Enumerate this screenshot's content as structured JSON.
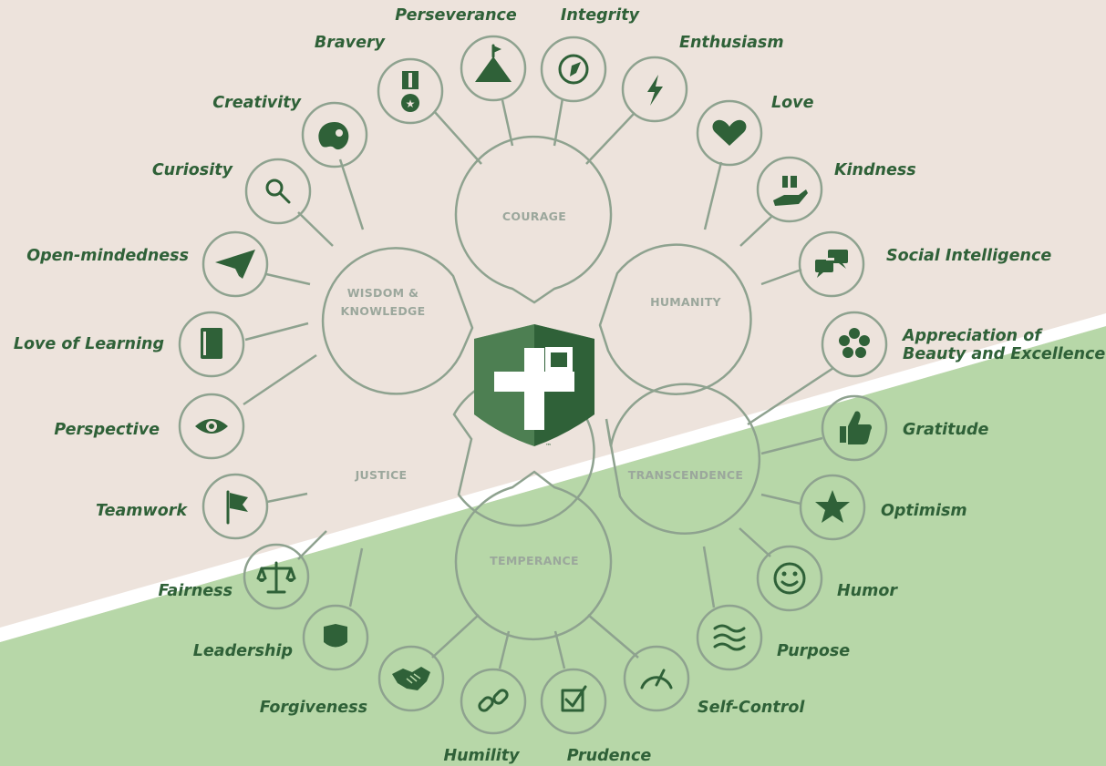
{
  "colors": {
    "background_top": "#ede3dc",
    "background_bottom": "#b7d7a8",
    "divider": "#ffffff",
    "accent_green": "#2f6138",
    "line_gray": "#8ea28f",
    "virtue_text": "#9ba79c"
  },
  "virtues": {
    "wisdom": {
      "label_line1": "WISDOM &",
      "label_line2": "KNOWLEDGE"
    },
    "courage": {
      "label": "COURAGE"
    },
    "humanity": {
      "label": "HUMANITY"
    },
    "justice": {
      "label": "JUSTICE"
    },
    "temperance": {
      "label": "TEMPERANCE"
    },
    "transcendence": {
      "label": "TRANSCENDENCE"
    }
  },
  "strengths": {
    "creativity": {
      "label": "Creativity",
      "icon": "palette-icon"
    },
    "curiosity": {
      "label": "Curiosity",
      "icon": "magnifier-icon"
    },
    "open_mindedness": {
      "label": "Open-mindedness",
      "icon": "paper-plane-icon"
    },
    "love_of_learning": {
      "label": "Love of Learning",
      "icon": "book-icon"
    },
    "perspective": {
      "label": "Perspective",
      "icon": "eye-icon"
    },
    "bravery": {
      "label": "Bravery",
      "icon": "medal-icon"
    },
    "perseverance": {
      "label": "Perseverance",
      "icon": "mountain-icon"
    },
    "integrity": {
      "label": "Integrity",
      "icon": "compass-icon"
    },
    "enthusiasm": {
      "label": "Enthusiasm",
      "icon": "lightning-icon"
    },
    "love": {
      "label": "Love",
      "icon": "heart-icon"
    },
    "kindness": {
      "label": "Kindness",
      "icon": "gift-hand-icon"
    },
    "social_intelligence": {
      "label": "Social Intelligence",
      "icon": "speech-bubbles-icon"
    },
    "teamwork": {
      "label": "Teamwork",
      "icon": "flag-icon"
    },
    "fairness": {
      "label": "Fairness",
      "icon": "scales-icon"
    },
    "leadership": {
      "label": "Leadership",
      "icon": "shield-icon"
    },
    "forgiveness": {
      "label": "Forgiveness",
      "icon": "handshake-icon"
    },
    "humility": {
      "label": "Humility",
      "icon": "link-icon"
    },
    "prudence": {
      "label": "Prudence",
      "icon": "checkbox-icon"
    },
    "self_control": {
      "label": "Self-Control",
      "icon": "gauge-icon"
    },
    "appreciation": {
      "label_line1": "Appreciation of",
      "label_line2": "Beauty and Excellence",
      "icon": "flower-icon"
    },
    "gratitude": {
      "label": "Gratitude",
      "icon": "thumbs-up-icon"
    },
    "optimism": {
      "label": "Optimism",
      "icon": "star-icon"
    },
    "humor": {
      "label": "Humor",
      "icon": "smiley-icon"
    },
    "purpose": {
      "label": "Purpose",
      "icon": "waves-icon"
    }
  },
  "logo": {
    "icon": "plus-shield-logo",
    "trademark": "™"
  }
}
